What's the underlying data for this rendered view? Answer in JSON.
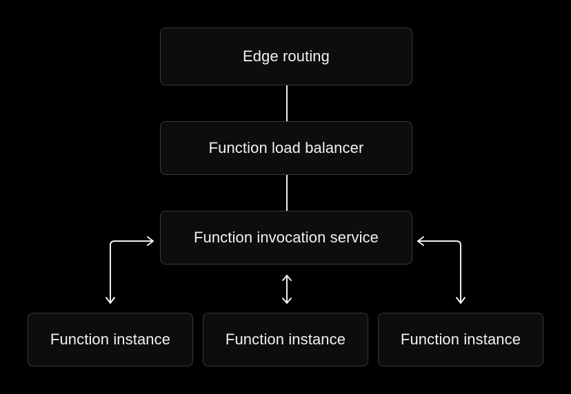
{
  "diagram": {
    "nodes": {
      "edge_routing": "Edge routing",
      "load_balancer": "Function load balancer",
      "invocation_service": "Function invocation service",
      "instances": [
        "Function instance",
        "Function instance",
        "Function instance"
      ]
    },
    "edges": [
      {
        "from": "edge_routing",
        "to": "load_balancer",
        "style": "line"
      },
      {
        "from": "load_balancer",
        "to": "invocation_service",
        "style": "line"
      },
      {
        "from": "invocation_service",
        "to": "instance-0",
        "style": "bidirectional-arrow"
      },
      {
        "from": "invocation_service",
        "to": "instance-1",
        "style": "bidirectional-arrow"
      },
      {
        "from": "invocation_service",
        "to": "instance-2",
        "style": "bidirectional-arrow"
      }
    ],
    "colors": {
      "background": "#000000",
      "node_fill": "#0d0d0d",
      "node_border": "#3a3a3a",
      "text": "#f2f2f2",
      "connector": "#f2f2f2"
    }
  }
}
